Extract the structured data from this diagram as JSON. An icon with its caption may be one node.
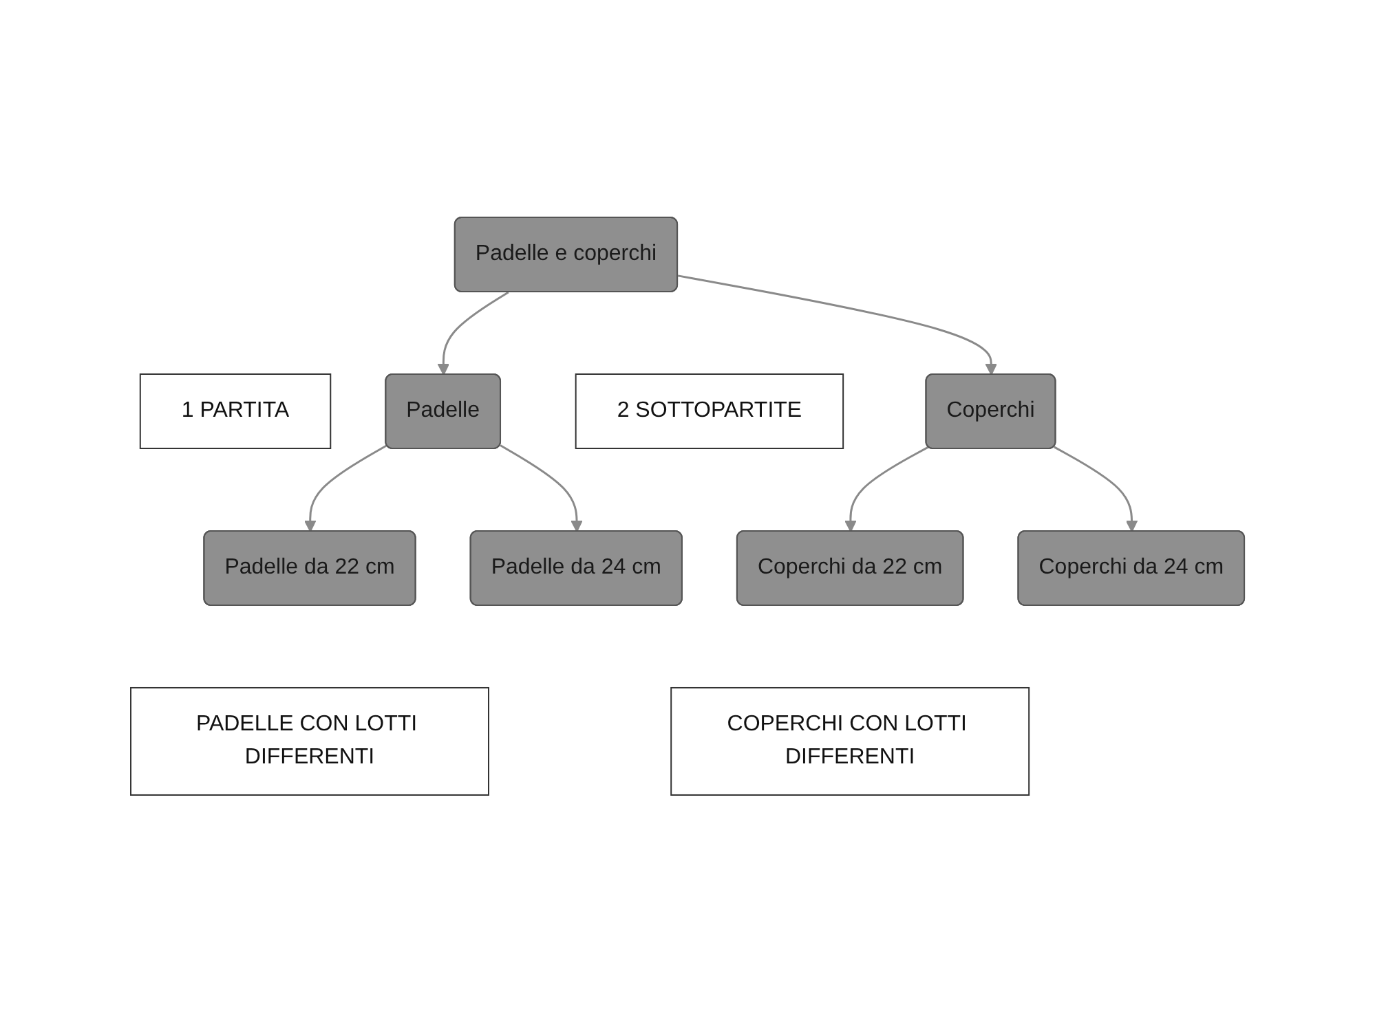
{
  "diagram": {
    "nodes": [
      {
        "text": [
          "Padelle e coperchi"
        ]
      },
      {
        "text": [
          "1 PARTITA"
        ]
      },
      {
        "text": [
          "Padelle"
        ]
      },
      {
        "text": [
          "2 SOTTOPARTITE"
        ]
      },
      {
        "text": [
          "Coperchi"
        ]
      },
      {
        "text": [
          "Padelle da 22 cm"
        ]
      },
      {
        "text": [
          "Padelle da 24 cm"
        ]
      },
      {
        "text": [
          "Coperchi da 22 cm"
        ]
      },
      {
        "text": [
          "Coperchi da 24 cm"
        ]
      },
      {
        "text": [
          "PADELLE CON LOTTI DIFFERENTI"
        ]
      },
      {
        "text": [
          "COPERCHI CON LOTTI DIFFERENTI"
        ]
      }
    ],
    "edges": [
      {
        "from": 0,
        "to": 2,
        "arrow": "to"
      },
      {
        "from": 0,
        "to": 4,
        "arrow": "to"
      },
      {
        "from": 2,
        "to": 5,
        "arrow": "to"
      },
      {
        "from": 2,
        "to": 6,
        "arrow": "to"
      },
      {
        "from": 4,
        "to": 7,
        "arrow": "to"
      },
      {
        "from": 4,
        "to": 8,
        "arrow": "to"
      }
    ]
  }
}
